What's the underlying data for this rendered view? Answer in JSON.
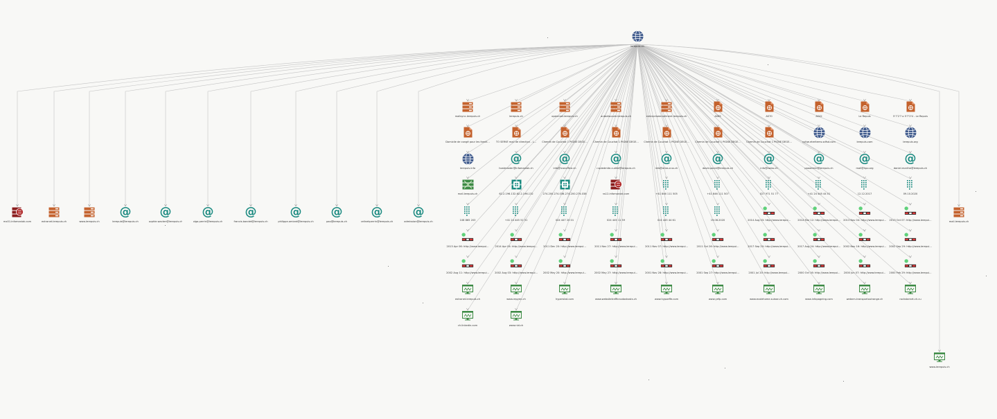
{
  "graph": {
    "root": {
      "label": "lerepuis.ch",
      "icon": "globe-icon"
    },
    "colors": {
      "web": "#c4622d",
      "domain": "#3f5a8c",
      "email": "#1a8a80",
      "dns": "#3c8a44",
      "edge": "#c3c3c3",
      "dot": "#5fd17a"
    },
    "nodes": [
      {
        "label": "mx01.infomaniak.com",
        "icon": "mail-server-icon"
      },
      {
        "label": "extranet.lerepuis.ch",
        "icon": "webserver-icon"
      },
      {
        "label": "www.lerepuis.ch",
        "icon": "webserver-icon"
      },
      {
        "label": "lerepuis@lerepuis.ch",
        "icon": "email-icon"
      },
      {
        "label": "sophie.wacker@lerepuis.ch",
        "icon": "email-icon"
      },
      {
        "label": "olga.perrin@lerepuis.ch",
        "icon": "email-icon"
      },
      {
        "label": "francis.bandet@lerepuis.ch",
        "icon": "email-icon"
      },
      {
        "label": "philippe.amiard@lerepuis.ch",
        "icon": "email-icon"
      },
      {
        "label": "pao@lerepuis.ch",
        "icon": "email-icon"
      },
      {
        "label": "celinekperrin@lerepuis.ch",
        "icon": "email-icon"
      },
      {
        "label": "admission@lerepuis.ch",
        "icon": "email-icon"
      },
      {
        "label": "mail.lerepuis.ch",
        "icon": "webserver-icon"
      },
      {
        "label": "www.lerepuis.ch",
        "icon": "website-icon"
      }
    ],
    "grid_rows": [
      [
        {
          "label": "mailsync.lerepuis.ch",
          "icon": "webserver-icon"
        },
        {
          "label": "lerepuis.ch",
          "icon": "webserver-icon"
        },
        {
          "label": "openmail.lerepuis.ch",
          "icon": "webserver-icon"
        },
        {
          "label": "autodiscover.lerepuis.ch",
          "icon": "webserver-icon"
        },
        {
          "label": "enterpriseenrollment.lerepuis.ch",
          "icon": "webserver-icon"
        },
        {
          "label": "AS85",
          "icon": "document-icon"
        },
        {
          "label": "AS70",
          "icon": "document-icon"
        },
        {
          "label": "AS42",
          "icon": "document-icon"
        },
        {
          "label": "Le Repuis",
          "icon": "document-icon"
        },
        {
          "label": "5'7'2'7 o 5'7'2'U - Le Repuis",
          "icon": "document-icon"
        }
      ],
      [
        {
          "label": "Domicile de congé pour les famill...",
          "icon": "document-icon"
        },
        {
          "label": "TO SERVE mail de direction - L...",
          "icon": "document-icon"
        },
        {
          "label": "Chemin de Couchat 1 PIGNE DEGE...",
          "icon": "document-icon"
        },
        {
          "label": "Chemin de Couchat 1 PIGNE DEGE...",
          "icon": "document-icon"
        },
        {
          "label": "Chemin de Couchat 1 PIGNE DEGE...",
          "icon": "document-icon"
        },
        {
          "label": "Chemin de Couchat 1 PIGNE DEGE...",
          "icon": "document-icon"
        },
        {
          "label": "Chemin de Couchat 1 PIGNE DEGE...",
          "icon": "document-icon"
        },
        {
          "label": "cyfqe.eteritems.sdfsd.com",
          "icon": "globe-icon"
        },
        {
          "label": "lerepuis.com",
          "icon": "globe-icon"
        },
        {
          "label": "lerepuis.org",
          "icon": "globe-icon"
        }
      ],
      [
        {
          "label": "lerepuis.info",
          "icon": "globe-icon"
        },
        {
          "label": "hostmaster@infomaniak.ch",
          "icon": "email-icon"
        },
        {
          "label": "info@icanoffice.ch",
          "icon": "email-icon"
        },
        {
          "label": "r.spiedmite.cudite@lerepuis.ch",
          "icon": "email-icon"
        },
        {
          "label": "info@atlas.e.ss.ch",
          "icon": "email-icon"
        },
        {
          "label": "david.pavid@lerepuis.ch",
          "icon": "email-icon"
        },
        {
          "label": "info@swiss.ch",
          "icon": "email-icon"
        },
        {
          "label": "paoadmin@lerepuis.ch",
          "icon": "email-icon"
        },
        {
          "label": "mail@hpo.org",
          "icon": "email-icon"
        },
        {
          "label": "daniel.marthe@lerepuis.ch",
          "icon": "email-icon"
        }
      ],
      [
        {
          "label": "mail.lerepuis.ch",
          "icon": "dns-icon"
        },
        {
          "label": "62.2.196.132-62.2.196.132",
          "icon": "netblock-icon"
        },
        {
          "label": "274.200.274.036-274.200.274.038",
          "icon": "netblock-icon"
        },
        {
          "label": "ns12.infomaniak.com",
          "icon": "mail-server-icon"
        },
        {
          "label": "+41 846 111 505",
          "icon": "phone-icon"
        },
        {
          "label": "+41 846 111 507",
          "icon": "phone-icon"
        },
        {
          "label": "027 971 51 77",
          "icon": "phone-icon"
        },
        {
          "label": "+41 24 445 44 01",
          "icon": "phone-icon"
        },
        {
          "label": "12.12.2017",
          "icon": "phone-icon"
        },
        {
          "label": "09.10.2020",
          "icon": "phone-icon"
        }
      ],
      [
        {
          "label": "108 865 203",
          "icon": "phone-icon"
        },
        {
          "label": "+41 24 445 51 51",
          "icon": "phone-icon"
        },
        {
          "label": "024 447 20 01",
          "icon": "phone-icon"
        },
        {
          "label": "024 445 11 59",
          "icon": "phone-icon"
        },
        {
          "label": "024 445 44 61",
          "icon": "phone-icon"
        },
        {
          "label": "19.08.2020",
          "icon": "phone-icon"
        },
        {
          "label": "2014 Aug 03: http://www.lerepui...",
          "icon": "archive-icon"
        },
        {
          "label": "2014 Mar 12: http://www.lerepui...",
          "icon": "archive-icon"
        },
        {
          "label": "2013 Nov 04: http://www.lerepui...",
          "icon": "archive-icon"
        },
        {
          "label": "2013 Oct 07: http://www.lerepui...",
          "icon": "archive-icon"
        }
      ],
      [
        {
          "label": "2013 Apr 06: http://www.lerepui...",
          "icon": "archive-icon"
        },
        {
          "label": "2014 Apr 04: http://www.lerepui...",
          "icon": "archive-icon"
        },
        {
          "label": "2011 Dec 20: http://www.lerepui...",
          "icon": "archive-icon"
        },
        {
          "label": "2011 Nov 27: http://www.lerepui...",
          "icon": "archive-icon"
        },
        {
          "label": "2011 Nov 07: http://www.lerepui...",
          "icon": "archive-icon"
        },
        {
          "label": "2011 Oct 26: http://www.lerepui...",
          "icon": "archive-icon"
        },
        {
          "label": "2017 Sep 20: http://www.lerepui...",
          "icon": "archive-icon"
        },
        {
          "label": "2017 Aug 24: http://www.lerepui...",
          "icon": "archive-icon"
        },
        {
          "label": "2002 Nov 16: http://www.lerepui...",
          "icon": "archive-icon"
        },
        {
          "label": "2002 Sep 29: http://www.lerepui...",
          "icon": "archive-icon"
        }
      ],
      [
        {
          "label": "2002 Aug 11: http://www.lerepui...",
          "icon": "archive-icon"
        },
        {
          "label": "2002 Aug 03: http://www.lerepui...",
          "icon": "archive-icon"
        },
        {
          "label": "2002 May 20: http://www.lerepui...",
          "icon": "archive-icon"
        },
        {
          "label": "2002 May 27: http://www.lerepui...",
          "icon": "archive-icon"
        },
        {
          "label": "2001 Nov 28: http://www.lerepui...",
          "icon": "archive-icon"
        },
        {
          "label": "2001 Sep 27: http://www.lerepui...",
          "icon": "archive-icon"
        },
        {
          "label": "2001 Jul 20: http://www.lerepui...",
          "icon": "archive-icon"
        },
        {
          "label": "2000 Oct 16: http://www.lerepui...",
          "icon": "archive-icon"
        },
        {
          "label": "2000 Jun 07: http://www.lerepui...",
          "icon": "archive-icon"
        },
        {
          "label": "2000 Feb 29: http://www.lerepui...",
          "icon": "archive-icon"
        }
      ],
      [
        {
          "label": "extranet.lerepuis.ch",
          "icon": "website-icon"
        },
        {
          "label": "www.repyen.ch",
          "icon": "website-icon"
        },
        {
          "label": "hyperstat.com",
          "icon": "website-icon"
        },
        {
          "label": "www.websitetrafficnodoshosts.ch",
          "icon": "website-icon"
        },
        {
          "label": "www.hypoeffe.com",
          "icon": "website-icon"
        },
        {
          "label": "www.yefp.com",
          "icon": "website-icon"
        },
        {
          "label": "www.ecolehome.suisse.ch.com",
          "icon": "website-icon"
        },
        {
          "label": "www.infopageing.com",
          "icon": "website-icon"
        },
        {
          "label": "webnm-transportoutrange.ch",
          "icon": "website-icon"
        },
        {
          "label": "rockstarnet.ch.cu",
          "icon": "website-icon"
        }
      ],
      [
        {
          "label": "ch.linkedin.com",
          "icon": "website-icon"
        },
        {
          "label": "www.nid.ch",
          "icon": "website-icon"
        }
      ]
    ]
  }
}
